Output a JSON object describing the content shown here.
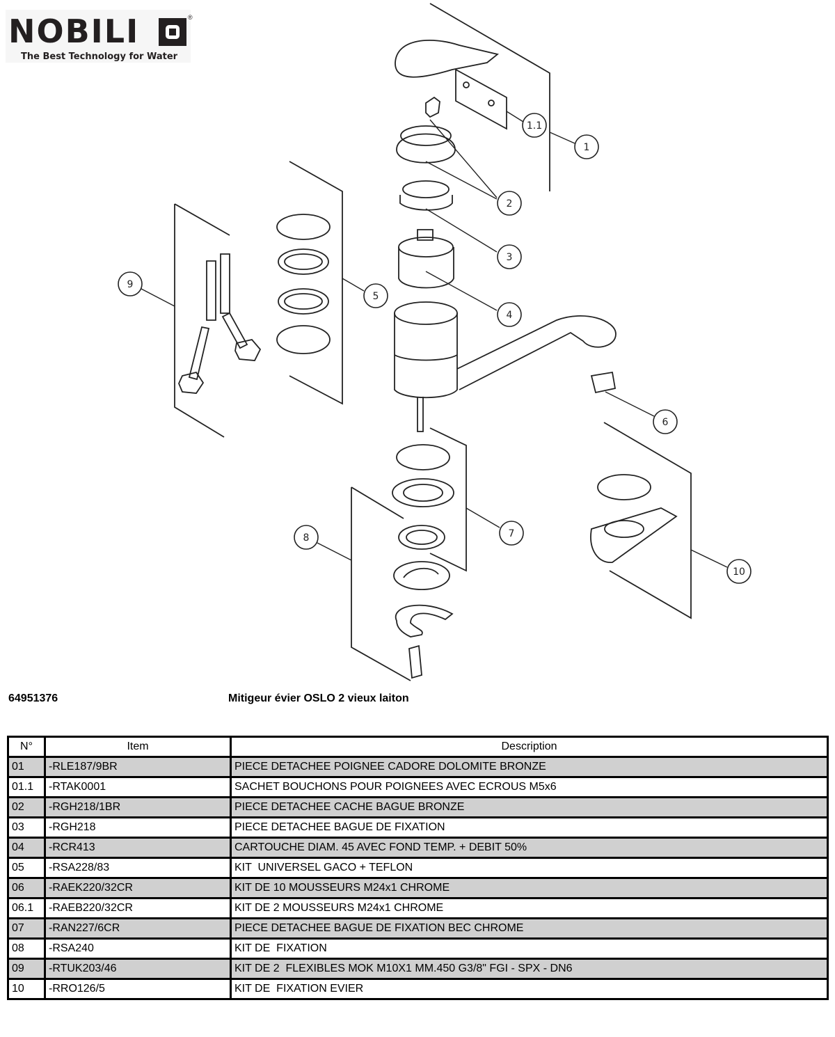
{
  "logo": {
    "brand": "NOBILI",
    "tagline": "The Best Technology for Water",
    "registered": "®"
  },
  "diagram": {
    "callouts": [
      "1",
      "1.1",
      "2",
      "3",
      "4",
      "5",
      "6",
      "7",
      "8",
      "9",
      "10"
    ]
  },
  "product": {
    "code": "64951376",
    "name": "Mitigeur évier OSLO 2 vieux laiton"
  },
  "table": {
    "headers": [
      "N°",
      "Item",
      "Description"
    ],
    "rows": [
      [
        "01",
        "-RLE187/9BR",
        "PIECE DETACHEE POIGNEE CADORE DOLOMITE BRONZE"
      ],
      [
        "01.1",
        "-RTAK0001",
        "SACHET BOUCHONS POUR POIGNEES AVEC ECROUS M5x6"
      ],
      [
        "02",
        "-RGH218/1BR",
        "PIECE DETACHEE CACHE BAGUE BRONZE"
      ],
      [
        "03",
        "-RGH218",
        "PIECE DETACHEE BAGUE DE FIXATION"
      ],
      [
        "04",
        "-RCR413",
        "CARTOUCHE DIAM. 45 AVEC FOND TEMP. + DEBIT 50%"
      ],
      [
        "05",
        "-RSA228/83",
        "KIT  UNIVERSEL GACO + TEFLON"
      ],
      [
        "06",
        "-RAEK220/32CR",
        "KIT DE 10 MOUSSEURS M24x1 CHROME"
      ],
      [
        "06.1",
        "-RAEB220/32CR",
        "KIT DE 2 MOUSSEURS M24x1 CHROME"
      ],
      [
        "07",
        "-RAN227/6CR",
        "PIECE DETACHEE BAGUE DE FIXATION BEC CHROME"
      ],
      [
        "08",
        "-RSA240",
        "KIT DE  FIXATION"
      ],
      [
        "09",
        "-RTUK203/46",
        "KIT DE 2  FLEXIBLES MOK M10X1 MM.450 G3/8\" FGI - SPX - DN6"
      ],
      [
        "10",
        "-RRO126/5",
        "KIT DE  FIXATION EVIER"
      ]
    ]
  }
}
